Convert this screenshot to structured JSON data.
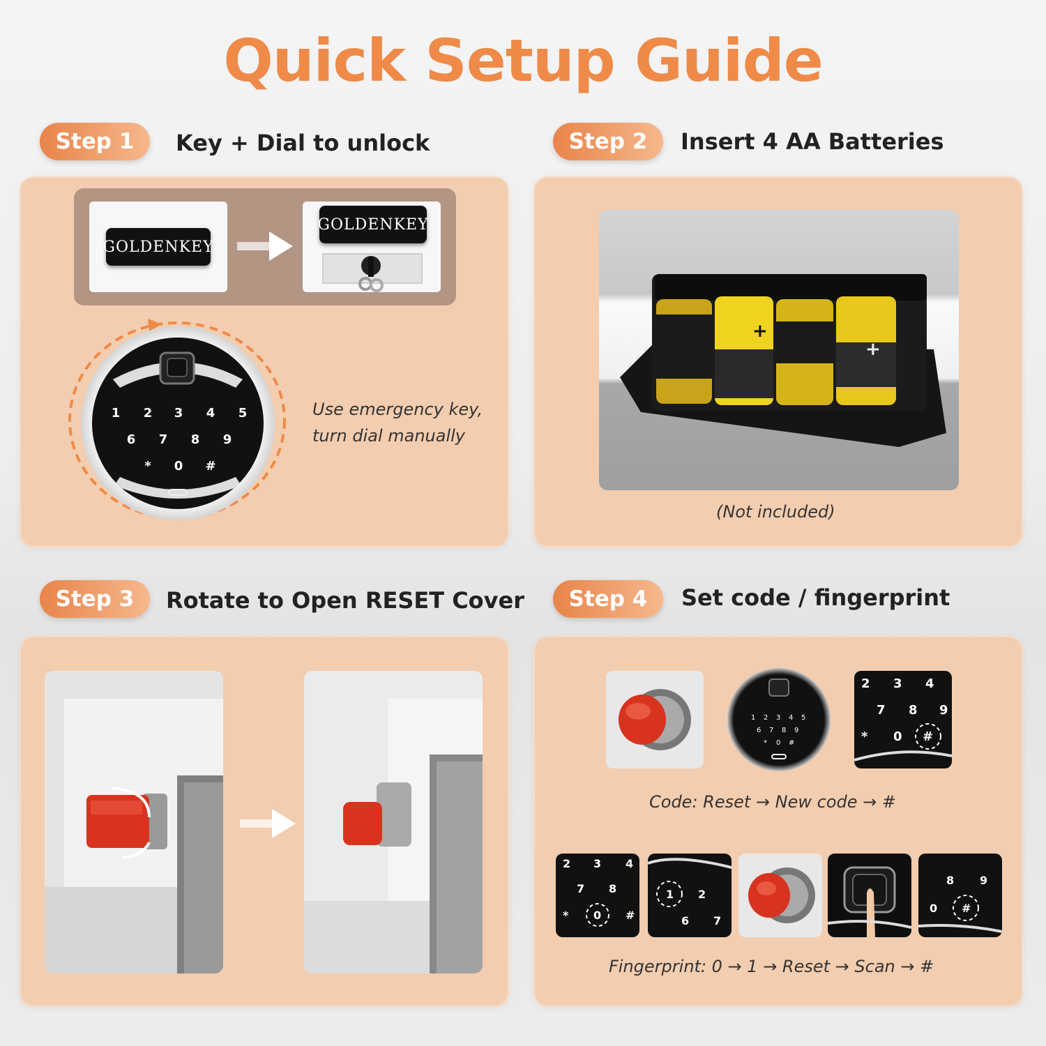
{
  "title": "Quick Setup Guide",
  "step1": {
    "badge": "Step 1",
    "title": "Key + Dial to unlock",
    "brand": "GOLDENKEY",
    "caption_line1": "Use emergency key,",
    "caption_line2": "turn dial manually"
  },
  "step2": {
    "badge": "Step 2",
    "title": "Insert 4 AA Batteries",
    "caption": "(Not included)"
  },
  "step3": {
    "badge": "Step 3",
    "title": "Rotate to Open RESET Cover"
  },
  "step4": {
    "badge": "Step 4",
    "title": "Set code / fingerprint",
    "code_caption": "Code: Reset → New code → #",
    "fingerprint_caption": "Fingerprint: 0 → 1 → Reset → Scan → #"
  },
  "keypad": {
    "row1": [
      "1",
      "2",
      "3",
      "4",
      "5"
    ],
    "row2": [
      "6",
      "7",
      "8",
      "9"
    ],
    "row3": [
      "*",
      "0",
      "#"
    ]
  },
  "colors": {
    "accent": "#ef8a48",
    "panel": "#f3cdaf",
    "reset_button": "#d8331f"
  }
}
